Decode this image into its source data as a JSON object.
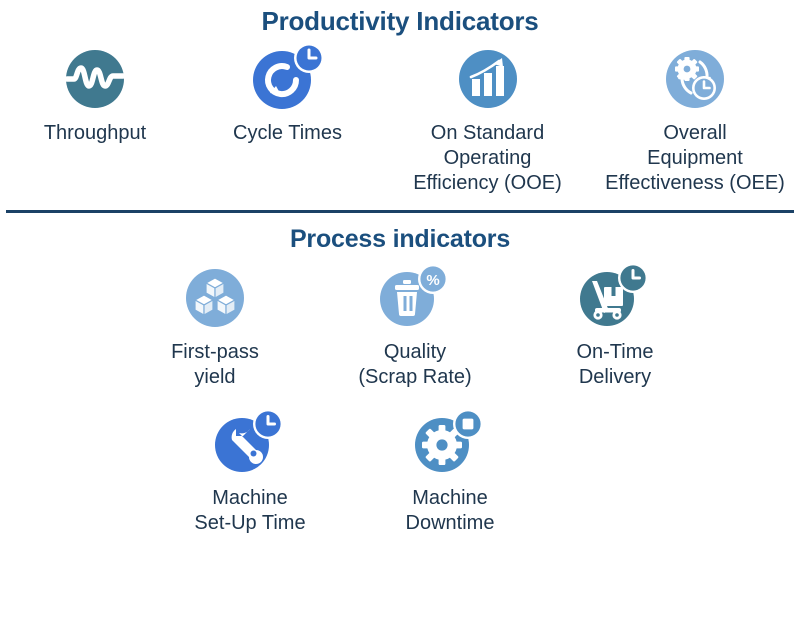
{
  "colors": {
    "heading": "#1b4f7e",
    "label": "#20374e",
    "divider": "#1b4166",
    "teal": "#40798f",
    "royal_blue": "#3b74d4",
    "light_blue": "#7fadd9",
    "medium_blue": "#4e8fc4",
    "background": "#ffffff"
  },
  "sections": [
    {
      "title": "Productivity Indicators",
      "items": [
        {
          "label": "Throughput",
          "icon": "waveform-pulse-icon",
          "badge": "none"
        },
        {
          "label": "Cycle Times",
          "icon": "circular-arrow-icon",
          "badge": "clock-badge-icon"
        },
        {
          "label": "On Standard\nOperating\nEfficiency (OOE)",
          "icon": "bar-chart-growth-icon",
          "badge": "none"
        },
        {
          "label": "Overall\nEquipment\nEffectiveness (OEE)",
          "icon": "gear-cycle-clock-icon",
          "badge": "none"
        }
      ]
    },
    {
      "title": "Process indicators",
      "items_top": [
        {
          "label": "First-pass\nyield",
          "icon": "stacked-cubes-icon",
          "badge": "none"
        },
        {
          "label": "Quality\n(Scrap Rate)",
          "icon": "trash-bin-icon",
          "badge": "percent-badge-icon"
        },
        {
          "label": "On-Time\nDelivery",
          "icon": "hand-truck-icon",
          "badge": "clock-badge-icon"
        }
      ],
      "items_bottom": [
        {
          "label": "Machine\nSet-Up Time",
          "icon": "wrench-icon",
          "badge": "clock-badge-icon"
        },
        {
          "label": "Machine\nDowntime",
          "icon": "gear-icon",
          "badge": "stop-square-badge-icon"
        }
      ]
    }
  ]
}
